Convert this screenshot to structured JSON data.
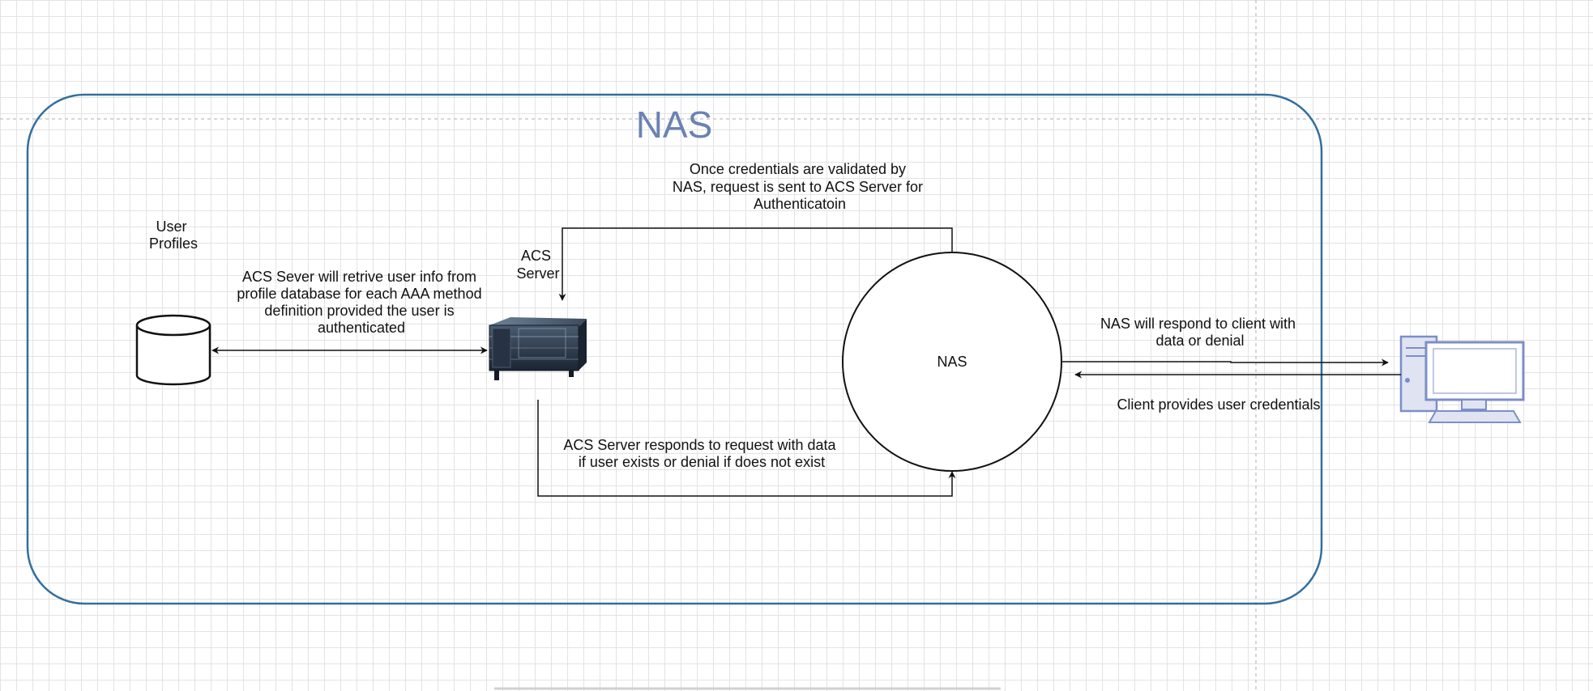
{
  "container": {
    "title": "NAS",
    "border_color": "#336f9d",
    "title_color": "#6b82b4"
  },
  "nodes": {
    "user_profiles": {
      "label_lines": [
        "User",
        "Profiles"
      ],
      "icon": "database-icon"
    },
    "acs_server": {
      "label_lines": [
        "ACS",
        "Server"
      ],
      "icon": "server-icon"
    },
    "nas": {
      "label": "NAS"
    },
    "client": {
      "icon": "desktop-computer-icon",
      "color": "#7b8fc7"
    }
  },
  "edge_labels": {
    "acs_to_profiles": [
      "ACS Sever will retrive user info from",
      "profile database for each AAA method",
      "definition provided the user is",
      "authenticated"
    ],
    "nas_to_acs": [
      "Once credentials are validated by",
      "NAS, request is sent to ACS Server for",
      "Authenticatoin"
    ],
    "acs_to_nas": [
      "ACS Server responds to request with data",
      "if user exists or denial if does not exist"
    ],
    "nas_to_client": [
      "NAS will respond to client with",
      "data or denial"
    ],
    "client_to_nas": "Client provides user credentials"
  }
}
